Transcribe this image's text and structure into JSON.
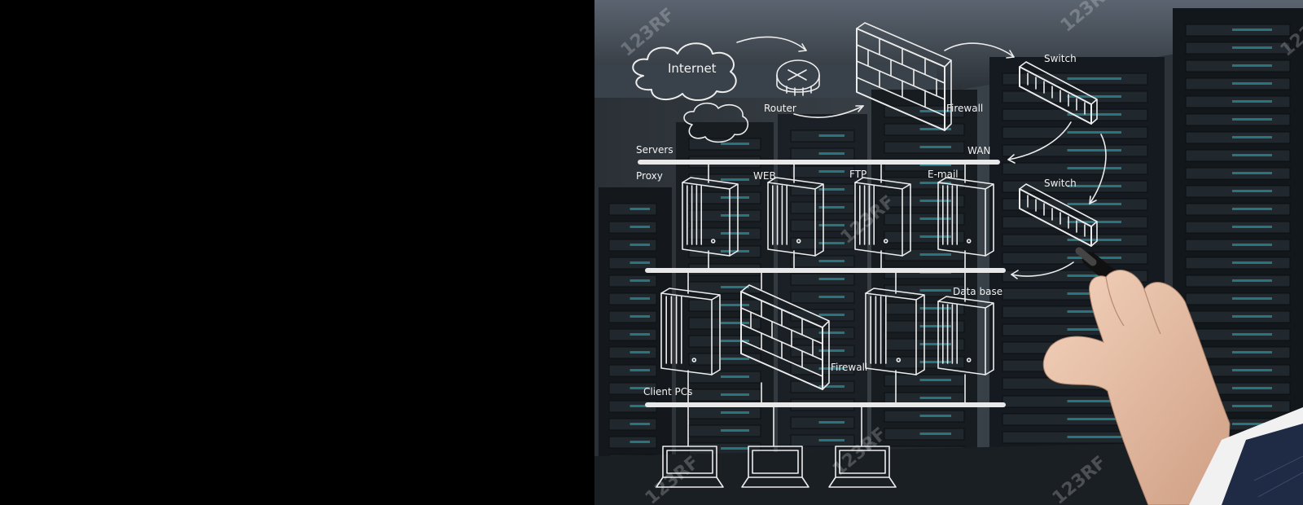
{
  "diagram": {
    "cloud_label": "Internet",
    "router_label": "Router",
    "firewall_top_label": "Firewall",
    "switch_top_label": "Switch",
    "switch_bottom_label": "Switch",
    "servers_bus_label": "Servers",
    "wan_label": "WAN",
    "server_labels": [
      "Proxy",
      "WEB",
      "FTP",
      "E-mail"
    ],
    "database_label": "Data base",
    "firewall_mid_label": "Firewall",
    "clients_bus_label": "Client PCs"
  },
  "watermark": "123RF"
}
